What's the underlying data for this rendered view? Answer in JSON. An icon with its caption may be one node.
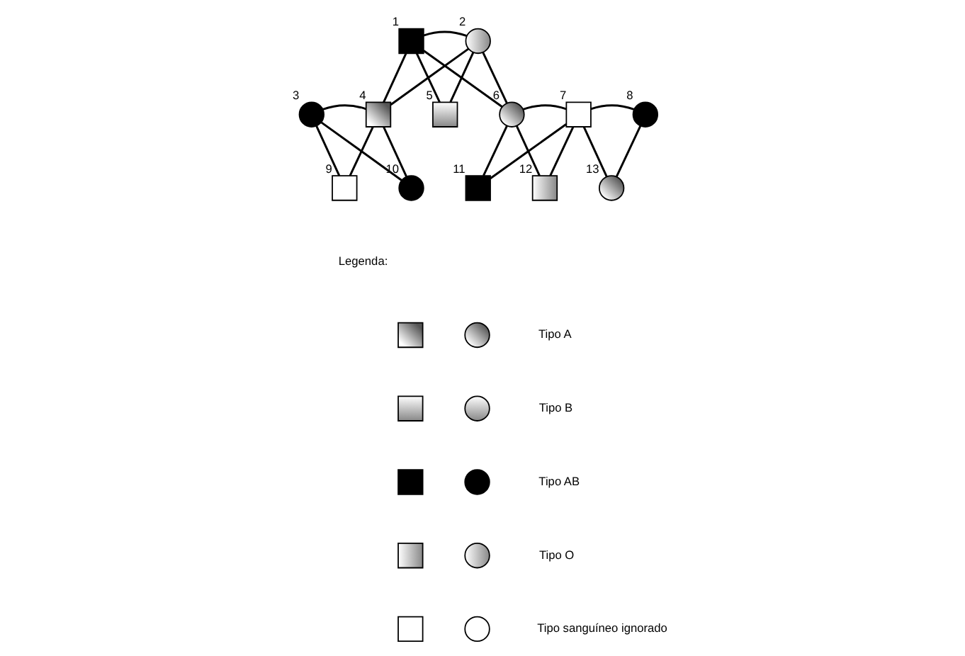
{
  "diagram": {
    "nodes": [
      {
        "text": [],
        "shape": "box",
        "beside": [
          "1"
        ]
      },
      {
        "text": [],
        "shape": "circle",
        "beside": [
          "2"
        ]
      },
      {
        "text": [],
        "shape": "circle",
        "beside": [
          "3"
        ]
      },
      {
        "text": [],
        "shape": "box",
        "beside": [
          "4"
        ]
      },
      {
        "text": [],
        "shape": "box",
        "beside": [
          "5"
        ]
      },
      {
        "text": [],
        "shape": "circle",
        "beside": [
          "6"
        ]
      },
      {
        "text": [],
        "shape": "box",
        "beside": [
          "7"
        ]
      },
      {
        "text": [],
        "shape": "circle",
        "beside": [
          "8"
        ]
      },
      {
        "text": [],
        "shape": "box",
        "beside": [
          "9"
        ]
      },
      {
        "text": [],
        "shape": "circle",
        "beside": [
          "10"
        ]
      },
      {
        "text": [],
        "shape": "box",
        "beside": [
          "11"
        ]
      },
      {
        "text": [],
        "shape": "box",
        "beside": [
          "12"
        ]
      },
      {
        "text": [],
        "shape": "circle",
        "beside": [
          "13"
        ]
      },
      {
        "text": [],
        "shape": "box"
      },
      {
        "text": [],
        "shape": "circle"
      },
      {
        "text": [],
        "shape": "box"
      },
      {
        "text": [],
        "shape": "circle"
      },
      {
        "text": [],
        "shape": "box"
      },
      {
        "text": [],
        "shape": "circle"
      },
      {
        "text": [],
        "shape": "box"
      },
      {
        "text": [],
        "shape": "circle"
      },
      {
        "text": [],
        "shape": "box"
      },
      {
        "text": [],
        "shape": "circle"
      }
    ],
    "edges": [
      {
        "from": 0,
        "to": 1,
        "arrow": "none"
      },
      {
        "from": 0,
        "to": 3,
        "arrow": "none"
      },
      {
        "from": 0,
        "to": 4,
        "arrow": "none"
      },
      {
        "from": 0,
        "to": 5,
        "arrow": "none"
      },
      {
        "from": 1,
        "to": 3,
        "arrow": "none"
      },
      {
        "from": 1,
        "to": 4,
        "arrow": "none"
      },
      {
        "from": 1,
        "to": 5,
        "arrow": "none"
      },
      {
        "from": 2,
        "to": 3,
        "arrow": "none"
      },
      {
        "from": 5,
        "to": 6,
        "arrow": "none"
      },
      {
        "from": 6,
        "to": 7,
        "arrow": "none"
      },
      {
        "from": 2,
        "to": 8,
        "arrow": "none"
      },
      {
        "from": 2,
        "to": 9,
        "arrow": "none"
      },
      {
        "from": 3,
        "to": 8,
        "arrow": "none"
      },
      {
        "from": 3,
        "to": 9,
        "arrow": "none"
      },
      {
        "from": 5,
        "to": 10,
        "arrow": "none"
      },
      {
        "from": 5,
        "to": 11,
        "arrow": "none"
      },
      {
        "from": 6,
        "to": 10,
        "arrow": "none"
      },
      {
        "from": 6,
        "to": 11,
        "arrow": "none"
      },
      {
        "from": 6,
        "to": 12,
        "arrow": "none"
      },
      {
        "from": 7,
        "to": 12,
        "arrow": "none"
      }
    ],
    "labels": [
      "Legenda:"
    ],
    "legend": [
      {
        "text": "Tipo A"
      },
      {
        "text": "Tipo B"
      },
      {
        "text": "Tipo AB"
      },
      {
        "text": "Tipo O"
      },
      {
        "text": "Tipo sanguíneo ignorado"
      }
    ]
  }
}
